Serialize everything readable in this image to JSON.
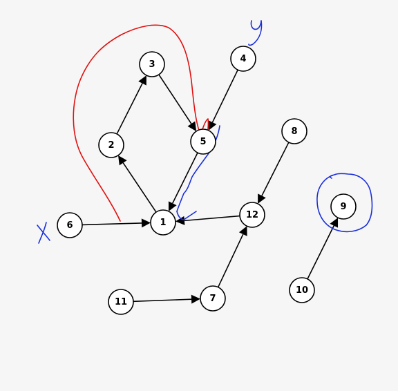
{
  "graph": {
    "nodes": [
      {
        "id": "1",
        "label": "1"
      },
      {
        "id": "2",
        "label": "2"
      },
      {
        "id": "3",
        "label": "3"
      },
      {
        "id": "4",
        "label": "4"
      },
      {
        "id": "5",
        "label": "5"
      },
      {
        "id": "6",
        "label": "6"
      },
      {
        "id": "7",
        "label": "7"
      },
      {
        "id": "8",
        "label": "8"
      },
      {
        "id": "9",
        "label": "9"
      },
      {
        "id": "10",
        "label": "10"
      },
      {
        "id": "11",
        "label": "11"
      },
      {
        "id": "12",
        "label": "12"
      }
    ],
    "edges": [
      {
        "from": "1",
        "to": "2"
      },
      {
        "from": "2",
        "to": "3"
      },
      {
        "from": "3",
        "to": "5"
      },
      {
        "from": "4",
        "to": "5"
      },
      {
        "from": "5",
        "to": "1"
      },
      {
        "from": "6",
        "to": "1"
      },
      {
        "from": "12",
        "to": "1"
      },
      {
        "from": "8",
        "to": "12"
      },
      {
        "from": "7",
        "to": "12"
      },
      {
        "from": "11",
        "to": "7"
      },
      {
        "from": "10",
        "to": "9"
      }
    ]
  },
  "annotations": {
    "x_mark": "x",
    "y_mark": "y",
    "red_color": "#e01010",
    "blue_color": "#1a2fd8"
  }
}
